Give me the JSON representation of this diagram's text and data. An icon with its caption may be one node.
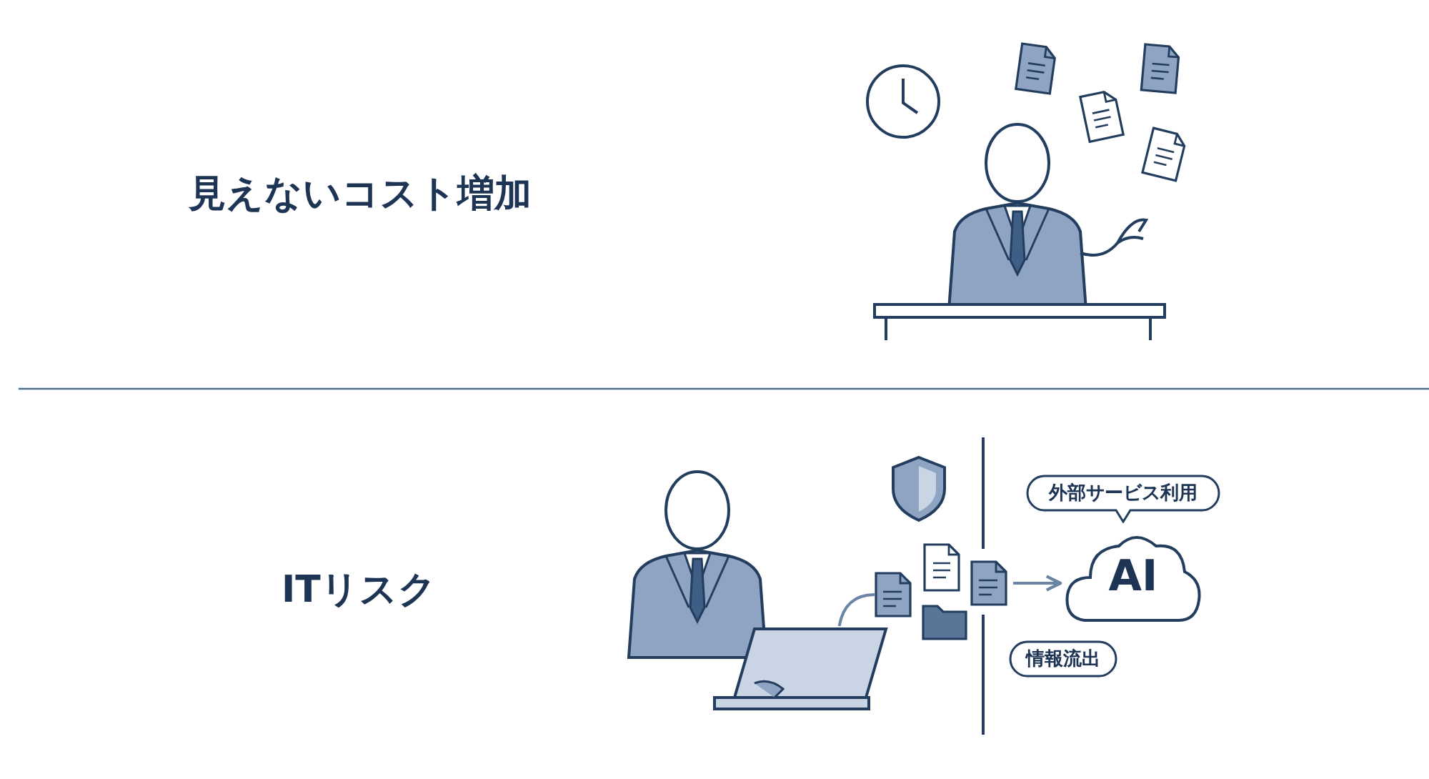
{
  "diagram": {
    "nodes": [
      {
        "text": [],
        "shape": "picture"
      },
      {
        "text": [],
        "shape": "picture"
      },
      {
        "text": [],
        "shape": "picture"
      },
      {
        "text": [
          "外部サービス利用"
        ]
      },
      {
        "text": [
          "AI"
        ]
      },
      {
        "text": [
          "情報流出"
        ]
      }
    ],
    "edges": [
      {
        "from": 0,
        "to": 1,
        "arrow": "none"
      },
      {
        "from": 2,
        "to": 4,
        "arrow": "to"
      }
    ],
    "labels": [
      "見えないコスト増加",
      "ITリスク"
    ]
  }
}
